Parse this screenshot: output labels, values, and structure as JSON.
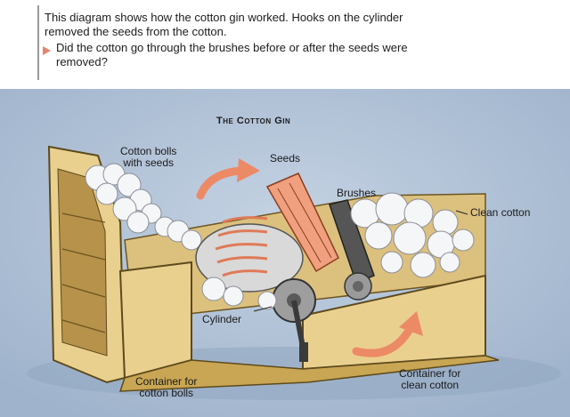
{
  "caption": {
    "line1": "This diagram shows how the cotton gin worked. Hooks on the cylinder",
    "line2": "removed the seeds from the cotton.",
    "question_line1": "Did the cotton go through the brushes before or after the seeds were",
    "question_line2": "removed?"
  },
  "diagram": {
    "title": "The Cotton Gin",
    "labels": {
      "cotton_bolls_1": "Cotton bolls",
      "cotton_bolls_2": "with seeds",
      "seeds": "Seeds",
      "brushes": "Brushes",
      "clean_cotton": "Clean cotton",
      "cylinder": "Cylinder",
      "container_bolls_1": "Container for",
      "container_bolls_2": "cotton bolls",
      "container_clean_1": "Container for",
      "container_clean_2": "clean cotton"
    }
  },
  "colors": {
    "background_blue": "#aebfd4",
    "wood": "#ead08f",
    "wood_dark": "#c9a654",
    "arrow": "#ec8a66",
    "cotton": "#f5f6f8",
    "metal": "#8c8c8c"
  }
}
